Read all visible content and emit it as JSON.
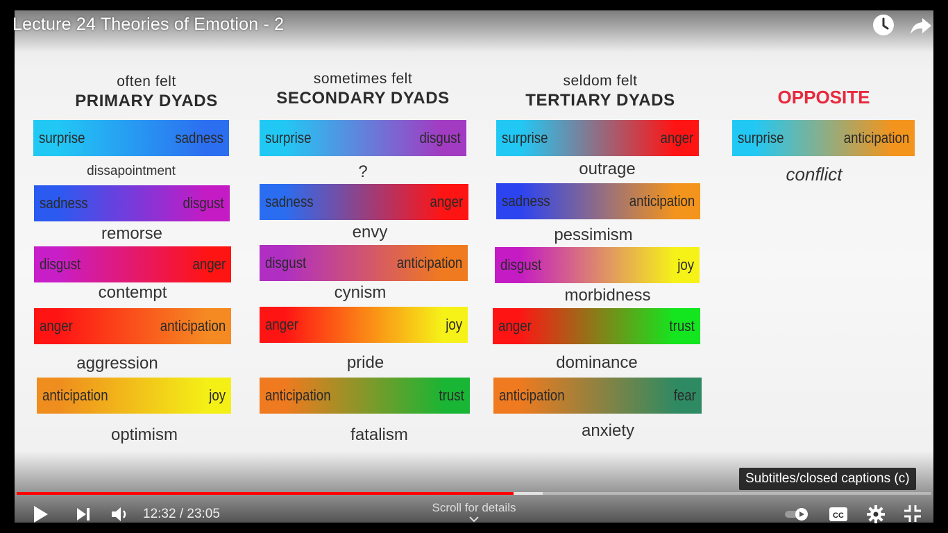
{
  "title": "Lecture 24 Theories of Emotion - 2",
  "icons": {
    "watch_later": "clock-icon",
    "share": "share-arrow-icon"
  },
  "columns": [
    {
      "sub": "often felt",
      "heading": "PRIMARY DYADS",
      "dyads": [
        {
          "left": "surprise",
          "right": "sadness",
          "result": "dissapointment",
          "colors": [
            "#22c8f4",
            "#2c6ef0"
          ]
        },
        {
          "left": "sadness",
          "right": "disgust",
          "result": "remorse",
          "colors": [
            "#2b5af0",
            "#c41bc4"
          ]
        },
        {
          "left": "disgust",
          "right": "anger",
          "result": "contempt",
          "colors": [
            "#c81ec8",
            "#ff1414"
          ]
        },
        {
          "left": "anger",
          "right": "anticipation",
          "result": "aggression",
          "colors": [
            "#ff1414",
            "#f58a22"
          ]
        },
        {
          "left": "anticipation",
          "right": "joy",
          "result": "optimism",
          "colors": [
            "#ef8e1e",
            "#f4f016"
          ]
        }
      ]
    },
    {
      "sub": "sometimes felt",
      "heading": "SECONDARY DYADS",
      "dyads": [
        {
          "left": "surprise",
          "right": "disgust",
          "result": "?",
          "colors": [
            "#22c8f4",
            "#a23bc2"
          ]
        },
        {
          "left": "sadness",
          "right": "anger",
          "result": "envy",
          "colors": [
            "#2b6df0",
            "#ff1414"
          ]
        },
        {
          "left": "disgust",
          "right": "anticipation",
          "result": "cynism",
          "colors": [
            "#b02fc2",
            "#f07a1f"
          ]
        },
        {
          "left": "anger",
          "right": "joy",
          "result": "pride",
          "colors": [
            "#ff1414",
            "#f6f218"
          ]
        },
        {
          "left": "anticipation",
          "right": "trust",
          "result": "fatalism",
          "colors": [
            "#f07a1f",
            "#19b534"
          ]
        }
      ]
    },
    {
      "sub": "seldom felt",
      "heading": "TERTIARY DYADS",
      "dyads": [
        {
          "left": "surprise",
          "right": "anger",
          "result": "outrage",
          "colors": [
            "#22c8f4",
            "#ff1414"
          ]
        },
        {
          "left": "sadness",
          "right": "anticipation",
          "result": "pessimism",
          "colors": [
            "#2c44f0",
            "#f3941c"
          ]
        },
        {
          "left": "disgust",
          "right": "joy",
          "result": "morbidness",
          "colors": [
            "#c41bc4",
            "#f6f218"
          ]
        },
        {
          "left": "anger",
          "right": "trust",
          "result": "dominance",
          "colors": [
            "#ff1414",
            "#13e61e"
          ]
        },
        {
          "left": "anticipation",
          "right": "fear",
          "result": "anxiety",
          "colors": [
            "#f07a1f",
            "#2e8a62"
          ]
        }
      ]
    }
  ],
  "opposite": {
    "heading": "OPPOSITE",
    "heading_color": "#e8283c",
    "left": "surprise",
    "right": "anticipation",
    "result": "conflict",
    "colors": [
      "#22c8f4",
      "#f3941c"
    ]
  },
  "player": {
    "current_time": "12:32",
    "duration": "23:05",
    "time_display": "12:32 / 23:05",
    "played_fraction": 0.543,
    "buffered_fraction": 0.575,
    "progress_color": "#ff0000",
    "scroll_hint": "Scroll for details",
    "tooltip": "Subtitles/closed captions (c)",
    "controls": [
      "play-icon",
      "next-icon",
      "volume-icon",
      "autoplay-toggle-icon",
      "captions-icon",
      "settings-gear-icon",
      "exit-fullscreen-icon"
    ]
  }
}
